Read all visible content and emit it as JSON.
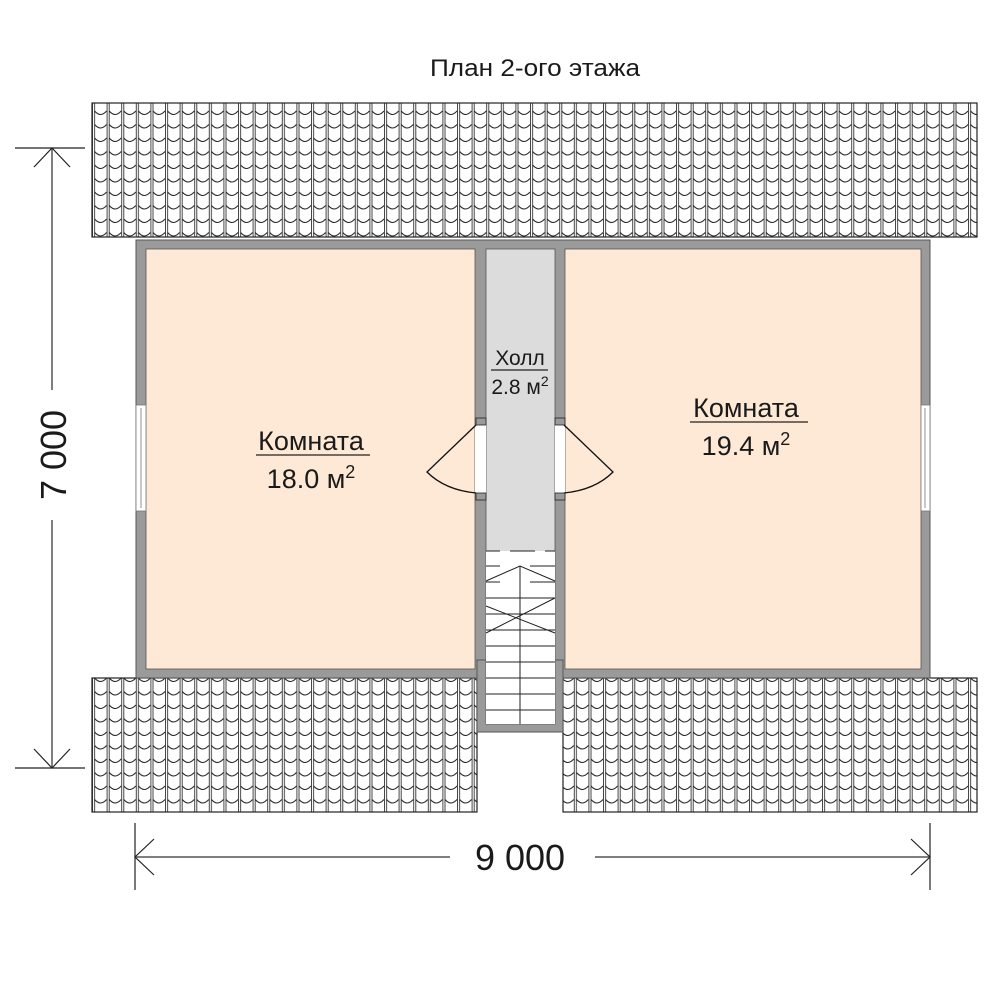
{
  "title": "План 2-ого этажа",
  "rooms": [
    {
      "name": "Комната",
      "area": "18.0 м",
      "sup": "2"
    },
    {
      "name": "Холл",
      "area": "2.8 м",
      "sup": "2"
    },
    {
      "name": "Комната",
      "area": "19.4 м",
      "sup": "2"
    }
  ],
  "dimensions": {
    "height": "7 000",
    "width": "9 000"
  },
  "colors": {
    "room": "#fde9d5",
    "hall": "#dcdcdc",
    "wall": "#9a9a9a",
    "line": "#222222"
  }
}
